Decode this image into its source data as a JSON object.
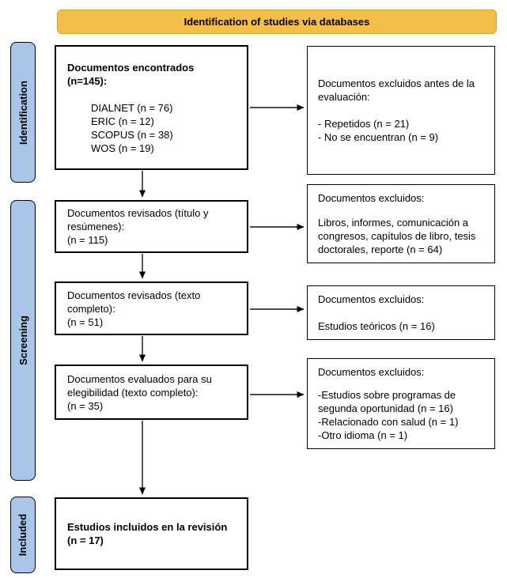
{
  "banner": {
    "label": "Identification of studies via databases"
  },
  "colors": {
    "banner_fill": "#F4BE4A",
    "banner_border": "#DE9B38",
    "sidebar_fill": "#A9C5E8",
    "border": "#000000",
    "box_background": "#FFFFFF"
  },
  "sidebar": {
    "items": [
      {
        "label": "Identification"
      },
      {
        "label": "Screening"
      },
      {
        "label": "Included"
      }
    ]
  },
  "main_flow": {
    "found": {
      "title": "Documentos encontrados (n=145):",
      "items": [
        "DIALNET (n = 76)",
        "ERIC (n = 12)",
        "SCOPUS (n = 38)",
        "WOS (n = 19)"
      ]
    },
    "reviewed_titles": {
      "title": "Documentos revisados (título y resúmenes):",
      "count": "(n = 115)"
    },
    "reviewed_fulltext": {
      "title": "Documentos revisados (texto completo):",
      "count": "(n = 51)"
    },
    "eligibility": {
      "title": "Documentos evaluados para su elegibilidad (texto completo):",
      "count": "(n = 35)"
    },
    "included": {
      "title": "Estudios incluidos en la revisión",
      "count": "(n = 17)"
    }
  },
  "exclusion_boxes": [
    {
      "header": "Documentos excluidos antes de la evaluación:",
      "lines": [
        "- Repetidos (n = 21)",
        "- No se encuentran (n = 9)"
      ]
    },
    {
      "header": "Documentos excluidos:",
      "lines": [
        "Libros, informes, comunicación a congresos, capítulos de libro, tesis doctorales, reporte (n = 64)"
      ]
    },
    {
      "header": "Documentos excluidos:",
      "lines": [
        "Estudios teóricos (n = 16)"
      ]
    },
    {
      "header": "Documentos excluidos:",
      "lines": [
        "-Estudios sobre programas de segunda oportunidad (n = 16)",
        "-Relacionado con salud (n = 1)",
        "-Otro idioma (n = 1)"
      ]
    }
  ]
}
